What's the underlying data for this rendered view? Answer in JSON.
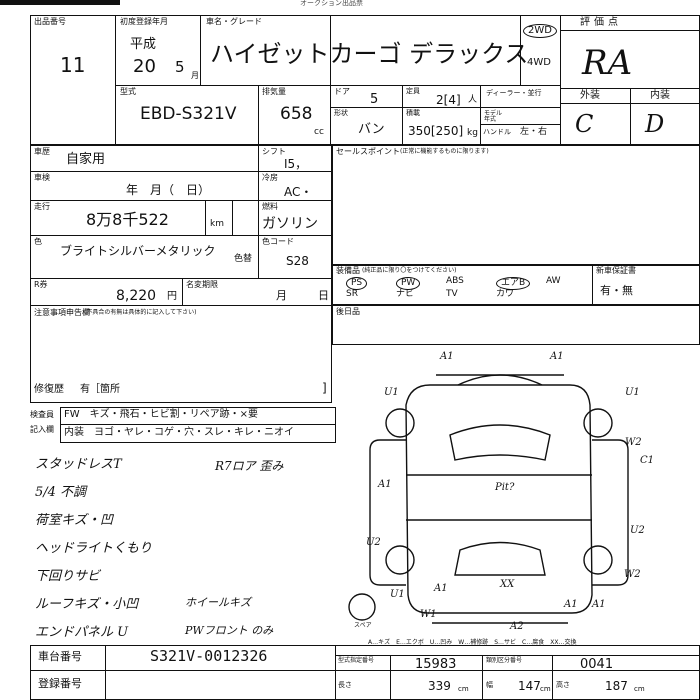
{
  "header": {
    "lot_label": "出品番号",
    "lot_no": "11",
    "reg_label": "初度登録年月",
    "era": "平成",
    "year": "20",
    "month": "5",
    "month_unit": "月",
    "name_label": "車名・グレード",
    "car_name": "ハイゼットカーゴ デラックス",
    "drive_2wd": "2WD",
    "drive_4wd": "4WD",
    "score_label": "評価点",
    "score": "RA",
    "exterior_label": "外装",
    "interior_label": "内装",
    "exterior_grade": "C",
    "interior_grade": "D"
  },
  "specs": {
    "model_label": "型式",
    "model": "EBD-S321V",
    "displacement_label": "排気量",
    "displacement": "658",
    "displacement_unit": "cc",
    "doors_label": "ドア",
    "doors": "5",
    "shape_label": "形状",
    "shape": "バン",
    "capacity_label": "定員",
    "capacity": "2[4]",
    "capacity_unit": "人",
    "load_label": "積載",
    "load": "350[250]",
    "load_unit": "kg",
    "dealer_label": "ディーラー・並行",
    "model_year_label": "モデル年式",
    "handle_label": "ハンドル",
    "handle": "左・右"
  },
  "left": {
    "usage_label": "車歴",
    "usage": "自家用",
    "inspection_label": "車検",
    "inspection": "年　月（　日）",
    "mileage_label": "走行",
    "mileage": "8万8千522",
    "mileage_unit": "km",
    "color_label": "色",
    "color": "ブライトシルバーメタリック",
    "original_color_label": "色替",
    "shift_label": "シフト",
    "shift": "I5，",
    "ac_label": "冷房",
    "ac": "AC・",
    "fuel_label": "燃料",
    "fuel": "ガソリン",
    "color_code_label": "色コード",
    "color_code": "S28",
    "recycle_label": "R券",
    "recycle": "8,220",
    "recycle_unit": "円",
    "registration_label": "名変期限",
    "month_unit": "月",
    "day_unit": "日",
    "notes_label": "注意事項申告欄",
    "notes_sub": "(不具合の有無は具体的に記入して下さい)",
    "repair_label": "修復歴",
    "repair": "有［箇所"
  },
  "middle": {
    "sales_label": "セールスポイント",
    "sales_sub": "(正常に機能するものに限ります)",
    "equipment_label": "装備品",
    "equipment_sub": "(純正品に限り〇をつけてください)",
    "equipment": [
      "PS",
      "PW",
      "ABS",
      "エアB",
      "AW",
      "SR",
      "ナビ",
      "TV",
      "カワ"
    ],
    "new_car_warranty_label": "新車保証書",
    "new_car_warranty": "有・無",
    "rear_label": "後日品"
  },
  "checklist": {
    "row1_label": "検査員",
    "row2_label": "記入欄",
    "row1": "FW　キズ・飛石・ヒビ割・リペア跡・×要",
    "row2": "内装　ヨゴ・ヤレ・コゲ・穴・スレ・キレ・ニオイ"
  },
  "handwritten": {
    "notes": [
      "スタッドレスT",
      "5/4 不調",
      "荷室キズ・凹",
      "ヘッドライトくもり",
      "下回りサビ",
      "ルーフキズ・小凹",
      "エンドパネル U"
    ],
    "note_right1": "R7ロア 歪み",
    "note_right2": "ホイールキズ",
    "note_right3": "PWフロント のみ",
    "map_marks": [
      "A1",
      "A1",
      "U1",
      "U1",
      "A1",
      "W2",
      "C1",
      "U2",
      "U2",
      "W2",
      "A1",
      "A1",
      "A2",
      "U1",
      "W1",
      "A1",
      "XX",
      "Pit?"
    ]
  },
  "legend": "A…キズ　E…エクボ　U…凹み　W…補修跡　S…サビ　C…腐食　XX…交換",
  "spare_label": "スペア",
  "footer": {
    "chassis_label": "車台番号",
    "chassis": "S321V-0012326",
    "regno_label": "登録番号",
    "type_cert_label": "型式指定番号",
    "type_cert": "15983",
    "class_label": "類別区分番号",
    "class": "0041",
    "length_label": "長さ",
    "length": "339",
    "width_label": "幅",
    "width": "147",
    "height_label": "高さ",
    "height": "187",
    "dim_unit": "cm"
  },
  "top_fragment": "オークション出品票"
}
